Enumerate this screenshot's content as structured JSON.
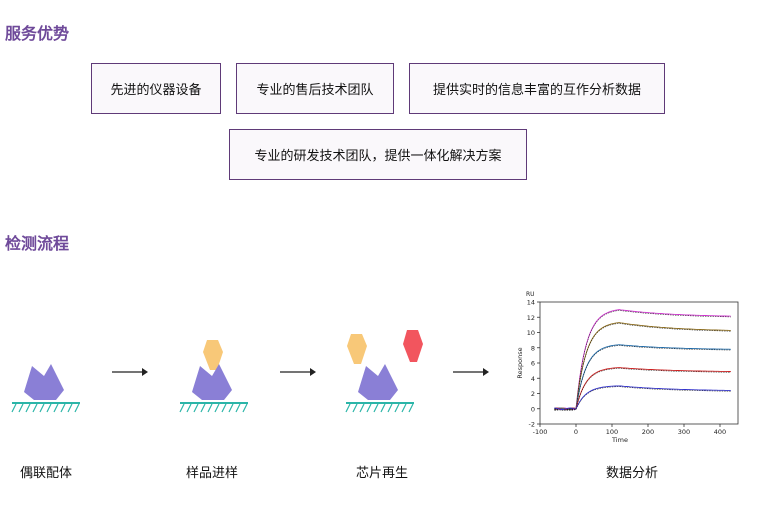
{
  "service": {
    "title": "服务优势",
    "items": [
      "先进的仪器设备",
      "专业的售后技术团队",
      "提供实时的信息丰富的互作分析数据",
      "专业的研发技术团队，提供一体化解决方案"
    ]
  },
  "process": {
    "title": "检测流程",
    "steps": [
      "偶联配体",
      "样品进样",
      "芯片再生",
      "数据分析"
    ]
  },
  "colors": {
    "title": "#6f4a9a",
    "box_border": "#5f3a78",
    "ligand": "#8a7fd6",
    "sample": "#f8c878",
    "analyte_red": "#f2555e",
    "surface": "#2bb5a8"
  },
  "chart_data": {
    "type": "line",
    "ylabel": "Response",
    "xlabel": "Time",
    "unit_label": "RU",
    "xlim": [
      -100,
      450
    ],
    "ylim": [
      -2,
      14
    ],
    "xticks": [
      -100,
      0,
      100,
      200,
      300,
      400
    ],
    "yticks": [
      -2,
      0,
      2,
      4,
      6,
      8,
      10,
      12,
      14
    ],
    "series": [
      {
        "peak": 13.0,
        "end": 12.0,
        "color": "#cc33cc"
      },
      {
        "peak": 11.3,
        "end": 10.1,
        "color": "#8a6a1a"
      },
      {
        "peak": 8.4,
        "end": 7.7,
        "color": "#1e6aa8"
      },
      {
        "peak": 5.4,
        "end": 4.8,
        "color": "#cc2222"
      },
      {
        "peak": 3.0,
        "end": 2.3,
        "color": "#3333cc"
      }
    ]
  }
}
